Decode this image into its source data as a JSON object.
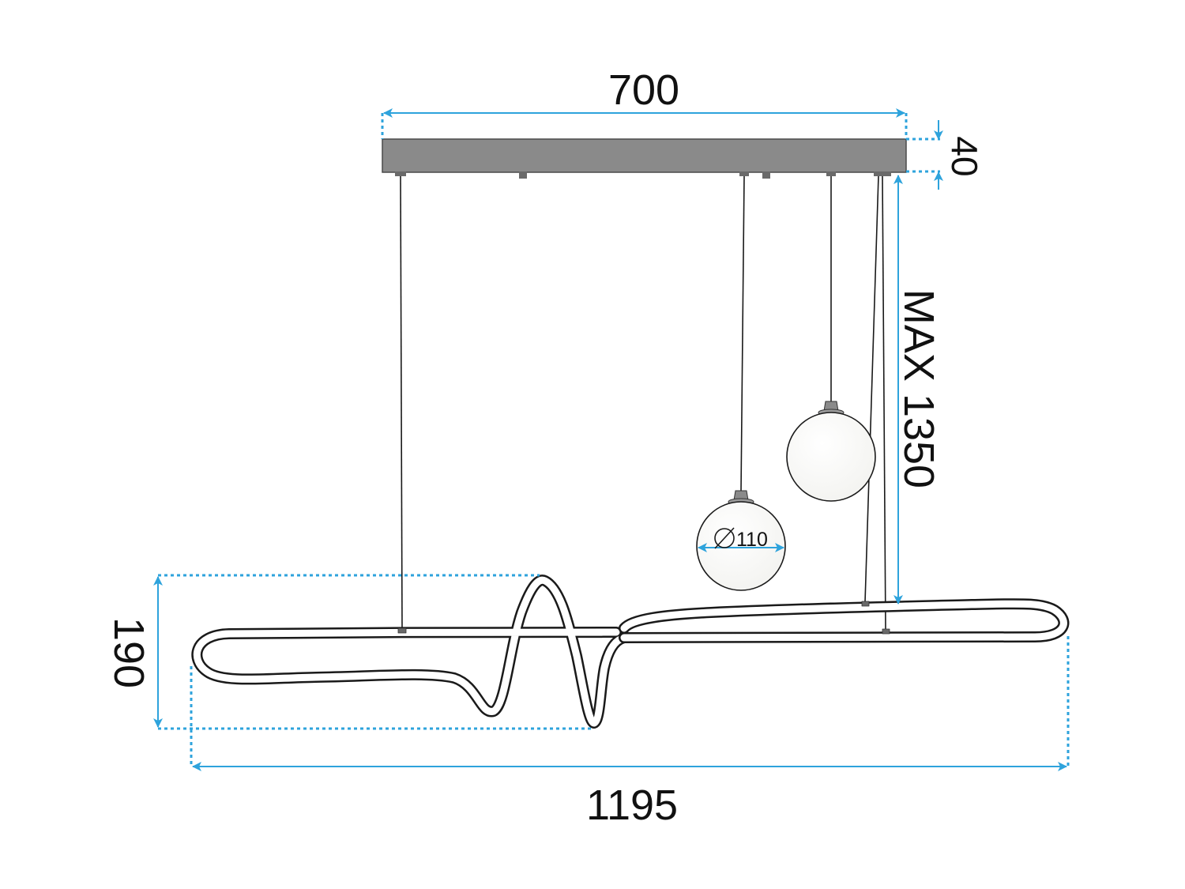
{
  "dimensions": {
    "canopy_width": "700",
    "canopy_height": "40",
    "max_drop": "MAX 1350",
    "fixture_height": "190",
    "overall_length": "1195",
    "globe_diameter": "110"
  },
  "colors": {
    "dimension_line": "#2ea3dc",
    "canopy_fill": "#8a8a8a",
    "outline": "#1a1a1a"
  }
}
